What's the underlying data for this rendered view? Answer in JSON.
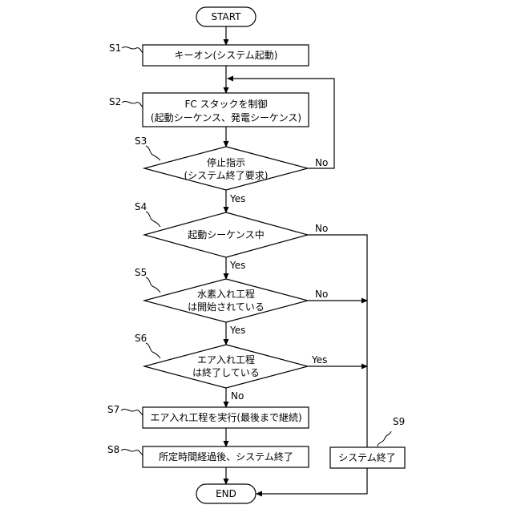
{
  "nodes": {
    "start": {
      "lines": [
        "START"
      ]
    },
    "s1": {
      "step": "S1",
      "lines": [
        "キーオン(システム起動)"
      ]
    },
    "s2": {
      "step": "S2",
      "lines": [
        "FC スタックを制御",
        "(起動シーケンス、発電シーケンス)"
      ]
    },
    "s3": {
      "step": "S3",
      "lines": [
        "停止指示",
        "(システム終了要求)"
      ]
    },
    "s4": {
      "step": "S4",
      "lines": [
        "起動シーケンス中"
      ]
    },
    "s5": {
      "step": "S5",
      "lines": [
        "水素入れ工程",
        "は開始されている"
      ]
    },
    "s6": {
      "step": "S6",
      "lines": [
        "エア入れ工程",
        "は終了している"
      ]
    },
    "s7": {
      "step": "S7",
      "lines": [
        "エア入れ工程を実行(最後まで継続)"
      ]
    },
    "s8": {
      "step": "S8",
      "lines": [
        "所定時間経過後、システム終了"
      ]
    },
    "s9": {
      "step": "S9",
      "lines": [
        "システム終了"
      ]
    },
    "end": {
      "lines": [
        "END"
      ]
    }
  },
  "edges": {
    "s3_no": "No",
    "s3_yes": "Yes",
    "s4_no": "No",
    "s4_yes": "Yes",
    "s5_no": "No",
    "s5_yes": "Yes",
    "s6_yes": "Yes",
    "s6_no": "No"
  }
}
